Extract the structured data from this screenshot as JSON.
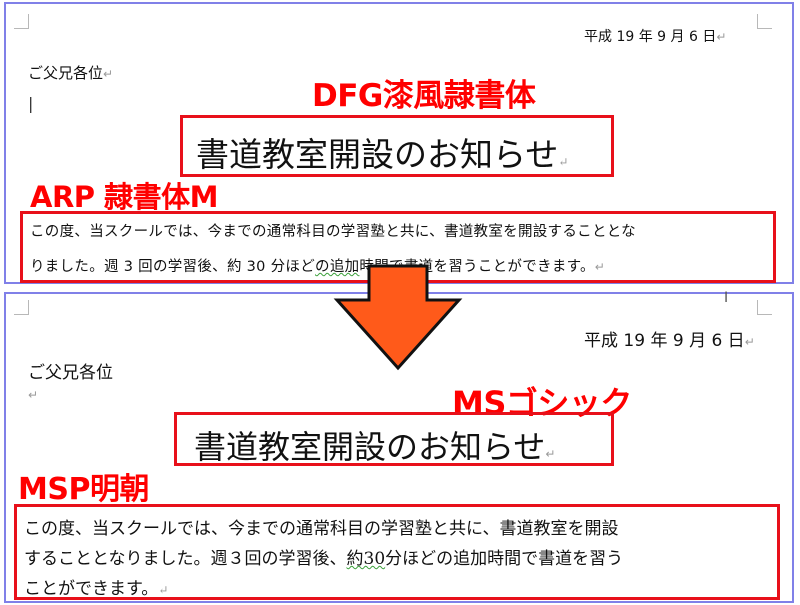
{
  "top": {
    "date": "平成 19 年 9 月 6 日",
    "greeting": "ご父兄各位",
    "font_label_title": "DFG漆風隷書体",
    "title": "書道教室開設のお知らせ",
    "font_label_body": "ARP 隷書体M",
    "body_line1": "この度、当スクールでは、今までの通常科目の学習塾と共に、書道教室を開設することとな",
    "body_line2a": "りました。週 3 回の学習後、約 30 分ほど",
    "body_line2b": "の追加",
    "body_line2c": "時間で書道を習うことができます。"
  },
  "bottom": {
    "date": "平成 19 年 9 月 6 日",
    "greeting": "ご父兄各位",
    "font_label_title": "MSゴシック",
    "title": "書道教室開設のお知らせ",
    "font_label_body": "MSP明朝",
    "body_line1": "この度、当スクールでは、今までの通常科目の学習塾と共に、書道教室を開設",
    "body_line2a": "することとなりました。週３回の学習後、",
    "body_line2b": "約30",
    "body_line2c": "分ほどの追加時間で書道を習う",
    "body_line3": "ことができます。"
  },
  "marks": {
    "paragraph": "↵",
    "cursor": "I"
  },
  "colors": {
    "panel_border": "#8080e8",
    "highlight": "#e8101a",
    "arrow_fill": "#ff5a1a",
    "arrow_stroke": "#111111"
  }
}
